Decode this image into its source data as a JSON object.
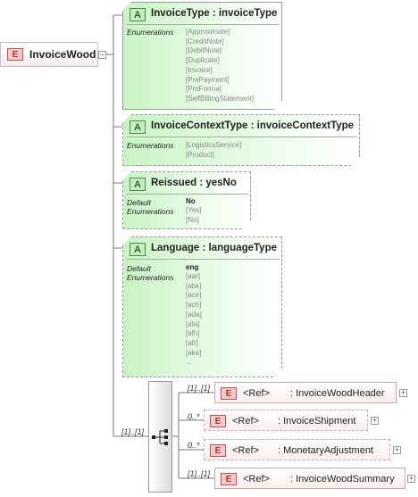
{
  "root": {
    "badge": "E",
    "name": "InvoiceWood",
    "expander": "−"
  },
  "attributes": [
    {
      "badge": "A",
      "title": "InvoiceType : invoiceType",
      "enumerations_label": "Enumerations",
      "enumerations": [
        "[Approximate]",
        "[CreditNote]",
        "[DebitNote]",
        "[Duplicate]",
        "[Invoice]",
        "[PrePayment]",
        "[ProForma]",
        "[SelfBillingStatement]"
      ]
    },
    {
      "badge": "A",
      "title": "InvoiceContextType : invoiceContextType",
      "enumerations_label": "Enumerations",
      "enumerations": [
        "[LogisticsService]",
        "[Product]"
      ]
    },
    {
      "badge": "A",
      "title": "Reissued : yesNo",
      "default_label": "Default",
      "default": "No",
      "enumerations_label": "Enumerations",
      "enumerations": [
        "[Yes]",
        "[No]"
      ]
    },
    {
      "badge": "A",
      "title": "Language : languageType",
      "default_label": "Default",
      "default": "eng",
      "enumerations_label": "Enumerations",
      "enumerations": [
        "[aar]",
        "[abk]",
        "[ace]",
        "[ach]",
        "[ada]",
        "[afa]",
        "[afh]",
        "[afr]",
        "[aka]",
        "..."
      ]
    }
  ],
  "sequence": {
    "cardinality": "[1]..[1]"
  },
  "children": [
    {
      "cardinality": "[1]..[1]",
      "badge": "E",
      "ref": "<Ref>",
      "name": ": InvoiceWoodHeader",
      "expander": "+"
    },
    {
      "cardinality": "0..*",
      "badge": "E",
      "ref": "<Ref>",
      "name": ": InvoiceShipment",
      "expander": "+"
    },
    {
      "cardinality": "0..*",
      "badge": "E",
      "ref": "<Ref>",
      "name": ": MonetaryAdjustment",
      "expander": "+"
    },
    {
      "cardinality": "[1]..[1]",
      "badge": "E",
      "ref": "<Ref>",
      "name": ": InvoiceWoodSummary",
      "expander": "+"
    }
  ]
}
